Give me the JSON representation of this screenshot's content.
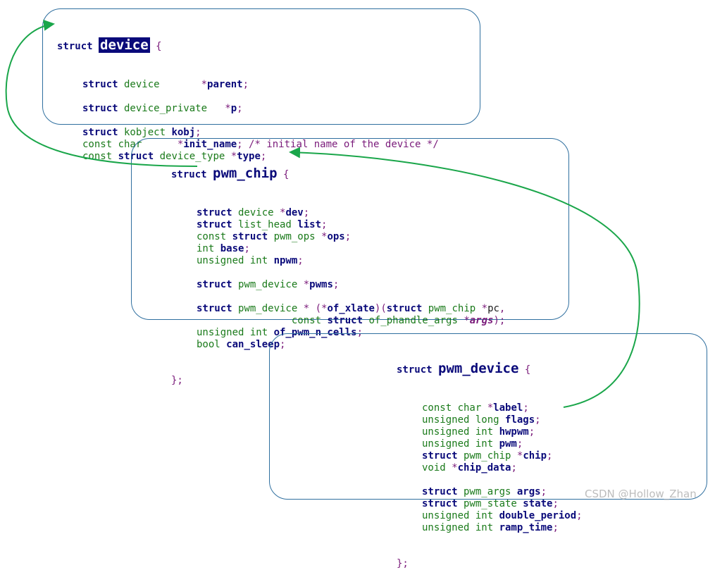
{
  "device": {
    "keyword": "struct",
    "name": "device",
    "open": "{",
    "fields": [
      [
        [
          "struct",
          "kw"
        ],
        [
          " device ",
          "ty"
        ],
        [
          "      *",
          "pu"
        ],
        [
          "parent",
          "id"
        ],
        [
          ";",
          "pu"
        ]
      ],
      [],
      [
        [
          "struct",
          "kw"
        ],
        [
          " device_private",
          "ty"
        ],
        [
          "   *",
          "pu"
        ],
        [
          "p",
          "id"
        ],
        [
          ";",
          "pu"
        ]
      ],
      [],
      [
        [
          "struct",
          "kw"
        ],
        [
          " kobject ",
          "ty"
        ],
        [
          "kobj",
          "id"
        ],
        [
          ";",
          "pu"
        ]
      ],
      [
        [
          "const char",
          "ty"
        ],
        [
          "      *",
          "pu"
        ],
        [
          "init_name",
          "id"
        ],
        [
          "; /* initial name of the device */",
          "cm"
        ]
      ],
      [
        [
          "const ",
          "ty"
        ],
        [
          "struct",
          "kw"
        ],
        [
          " device_type ",
          "ty"
        ],
        [
          "*",
          "pu"
        ],
        [
          "type",
          "id"
        ],
        [
          ";",
          "pu"
        ]
      ]
    ]
  },
  "pwm_chip": {
    "keyword": "struct",
    "name": "pwm_chip",
    "open": "{",
    "close": "};",
    "fields": [
      [
        [
          "struct",
          "kw"
        ],
        [
          " device ",
          "ty"
        ],
        [
          "*",
          "pu"
        ],
        [
          "dev",
          "id"
        ],
        [
          ";",
          "pu"
        ]
      ],
      [
        [
          "struct",
          "kw"
        ],
        [
          " list_head ",
          "ty"
        ],
        [
          "list",
          "id"
        ],
        [
          ";",
          "pu"
        ]
      ],
      [
        [
          "const ",
          "ty"
        ],
        [
          "struct",
          "kw"
        ],
        [
          " pwm_ops ",
          "ty"
        ],
        [
          "*",
          "pu"
        ],
        [
          "ops",
          "id"
        ],
        [
          ";",
          "pu"
        ]
      ],
      [
        [
          "int ",
          "ty"
        ],
        [
          "base",
          "id"
        ],
        [
          ";",
          "pu"
        ]
      ],
      [
        [
          "unsigned int ",
          "ty"
        ],
        [
          "npwm",
          "id"
        ],
        [
          ";",
          "pu"
        ]
      ],
      [],
      [
        [
          "struct",
          "kw"
        ],
        [
          " pwm_device ",
          "ty"
        ],
        [
          "*",
          "pu"
        ],
        [
          "pwms",
          "id"
        ],
        [
          ";",
          "pu"
        ]
      ],
      [],
      [
        [
          "struct",
          "kw"
        ],
        [
          " pwm_device ",
          "ty"
        ],
        [
          "* (*",
          "pu"
        ],
        [
          "of_xlate",
          "id"
        ],
        [
          ")(",
          "pu"
        ],
        [
          "struct",
          "kw"
        ],
        [
          " pwm_chip ",
          "ty"
        ],
        [
          "*",
          "pu"
        ],
        [
          "pc",
          "plain"
        ],
        [
          ",",
          "pu"
        ]
      ],
      [
        [
          "                ",
          "ty"
        ],
        [
          "const ",
          "ty"
        ],
        [
          "struct",
          "kw"
        ],
        [
          " of_phandle_args ",
          "ty"
        ],
        [
          "*",
          "pu"
        ],
        [
          "args",
          "arg"
        ],
        [
          ");",
          "pu"
        ]
      ],
      [
        [
          "unsigned int ",
          "ty"
        ],
        [
          "of_pwm_n_cells",
          "id"
        ],
        [
          ";",
          "pu"
        ]
      ],
      [
        [
          "bool ",
          "ty"
        ],
        [
          "can_sleep",
          "id"
        ],
        [
          ";",
          "pu"
        ]
      ]
    ]
  },
  "pwm_device": {
    "keyword": "struct",
    "name": "pwm_device",
    "open": "{",
    "close": "};",
    "fields": [
      [
        [
          "const char ",
          "ty"
        ],
        [
          "*",
          "pu"
        ],
        [
          "label",
          "id"
        ],
        [
          ";",
          "pu"
        ]
      ],
      [
        [
          "unsigned long ",
          "ty"
        ],
        [
          "flags",
          "id"
        ],
        [
          ";",
          "pu"
        ]
      ],
      [
        [
          "unsigned int ",
          "ty"
        ],
        [
          "hwpwm",
          "id"
        ],
        [
          ";",
          "pu"
        ]
      ],
      [
        [
          "unsigned int ",
          "ty"
        ],
        [
          "pwm",
          "id"
        ],
        [
          ";",
          "pu"
        ]
      ],
      [
        [
          "struct",
          "kw"
        ],
        [
          " pwm_chip ",
          "ty"
        ],
        [
          "*",
          "pu"
        ],
        [
          "chip",
          "id"
        ],
        [
          ";",
          "pu"
        ]
      ],
      [
        [
          "void ",
          "ty"
        ],
        [
          "*",
          "pu"
        ],
        [
          "chip_data",
          "id"
        ],
        [
          ";",
          "pu"
        ]
      ],
      [],
      [
        [
          "struct",
          "kw"
        ],
        [
          " pwm_args ",
          "ty"
        ],
        [
          "args",
          "id"
        ],
        [
          ";",
          "pu"
        ]
      ],
      [
        [
          "struct",
          "kw"
        ],
        [
          " pwm_state ",
          "ty"
        ],
        [
          "state",
          "id"
        ],
        [
          ";",
          "pu"
        ]
      ],
      [
        [
          "unsigned int ",
          "ty"
        ],
        [
          "double_period",
          "id"
        ],
        [
          ";",
          "pu"
        ]
      ],
      [
        [
          "unsigned int ",
          "ty"
        ],
        [
          "ramp_time",
          "id"
        ],
        [
          ";",
          "pu"
        ]
      ]
    ]
  },
  "watermark": "CSDN @Hollow_Zhan",
  "colors": {
    "box_border": "#2f6f9f",
    "arrow": "#1aa64a",
    "keyword": "#0a0a7a",
    "type": "#1a7a1a",
    "punct": "#7a1a7a"
  }
}
